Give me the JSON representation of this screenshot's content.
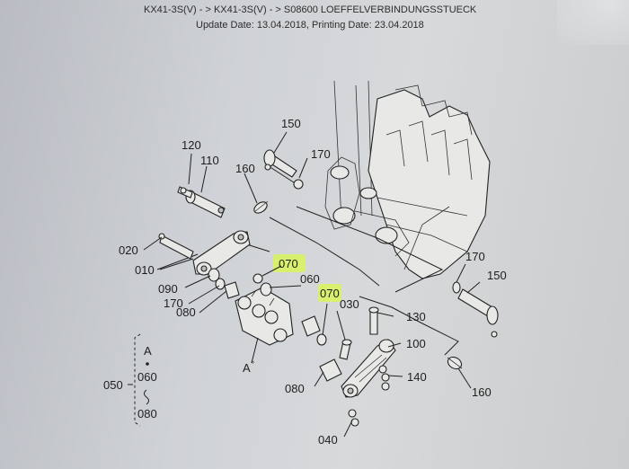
{
  "header": {
    "path": "KX41-3S(V) - > KX41-3S(V) - > S08600  LOEFFELVERBINDUNGSSTUECK",
    "dates": "Update Date: 13.04.2018, Printing Date: 23.04.2018"
  },
  "labels": {
    "p150_top": "150",
    "p170_top": "170",
    "p120": "120",
    "p110": "110",
    "p160_top": "160",
    "p020": "020",
    "p010": "010",
    "p090": "090",
    "p170_left": "170",
    "p080_left": "080",
    "p070_top": "070",
    "p060": "060",
    "p070_mid": "070",
    "p030": "030",
    "p130": "130",
    "p100": "100",
    "p140": "140",
    "p080_bottom": "080",
    "p040": "040",
    "p170_right": "170",
    "p150_right": "150",
    "p160_right": "160",
    "pA": "A"
  },
  "set_legend": {
    "ref": "050",
    "a": "A",
    "first": "060",
    "last": "080"
  },
  "colors": {
    "highlight": "#d7f55a",
    "ink": "#222222",
    "paper": "#d3d5d8"
  }
}
